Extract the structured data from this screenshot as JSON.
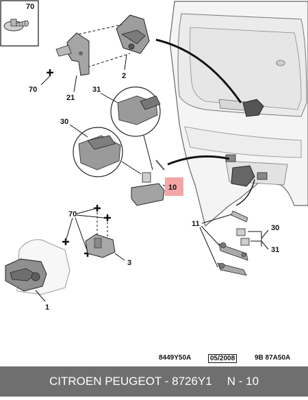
{
  "callouts": {
    "c70_top": "70",
    "c2": "2",
    "c70_left": "70",
    "c21": "21",
    "c31_top": "31",
    "c30_top": "30",
    "c10": "10",
    "c70_mid": "70",
    "c3": "3",
    "c1": "1",
    "c11": "11",
    "c30_right": "30",
    "c31_right": "31"
  },
  "references": {
    "diagram_code": "8449Y50A",
    "date": "05/2008",
    "model_code": "9B 87A50A"
  },
  "footer": {
    "brand": "CITROEN PEUGEOT - 8726Y1",
    "page": "N - 10"
  },
  "colors": {
    "highlight": "#f4a6a6",
    "footer_bg": "#6f6f6f",
    "part_gray": "#9a9a9a"
  }
}
